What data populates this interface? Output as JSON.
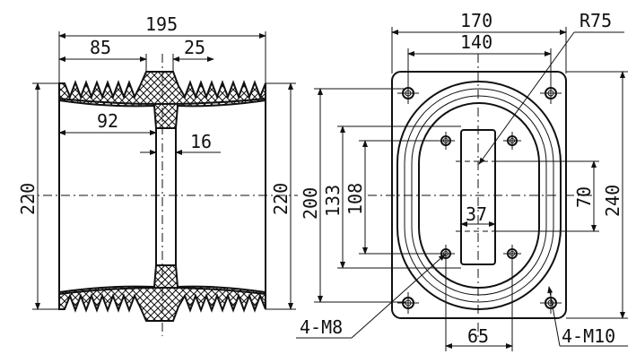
{
  "side_view": {
    "dims": {
      "overall_width": "195",
      "left_segment": "85",
      "flange_width": "25",
      "inner_to_flange": "92",
      "wall_thickness": "16",
      "height_left": "220",
      "height_right": "220"
    }
  },
  "front_view": {
    "dims": {
      "overall_width": "170",
      "hole_pitch_x": "140",
      "radius": "R75",
      "height_outer": "200",
      "height_133": "133",
      "height_108": "108",
      "slot_height": "70",
      "overall_height": "240",
      "slot_width": "37",
      "small_hole_pitch": "65",
      "small_holes": "4-M8",
      "large_holes": "4-M10"
    }
  }
}
